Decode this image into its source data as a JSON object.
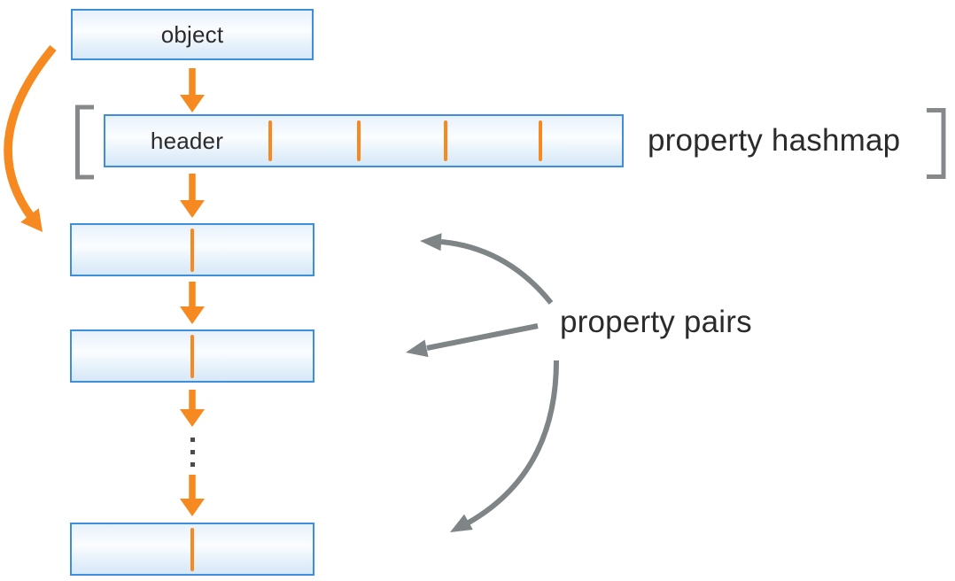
{
  "diagram": {
    "object_label": "object",
    "header_label": "header",
    "hashmap_label": "property hashmap",
    "pairs_label": "property pairs",
    "header_divider_offsets": [
      184,
      284,
      382,
      489
    ],
    "property_pair_nodes": 3,
    "ellipsis_dots": 3
  },
  "colors": {
    "accent-orange": "#F6891F",
    "box-border-blue": "#3E8EDE",
    "box-fill-top": "#E7F1FB",
    "box-fill-mid": "#FBFDFF",
    "box-fill-bottom": "#D6E8F8",
    "bracket-gray": "#85898C",
    "arrow-gray": "#7F8487",
    "text-color": "#2B2B2B",
    "ellipsis-color": "#4C4C4C",
    "background": "#FFFFFF"
  }
}
